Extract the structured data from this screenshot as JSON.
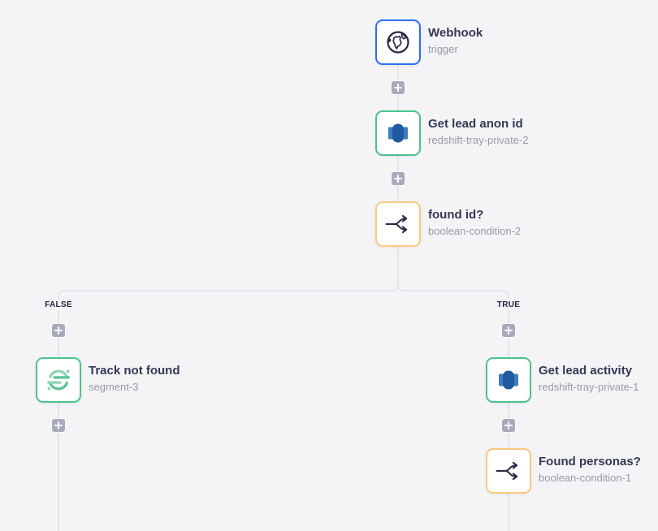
{
  "canvas": {
    "background_color": "#f4f4f6",
    "connector_color": "#e4e5ea",
    "add_button_color": "#a8aabc"
  },
  "branch": {
    "false_label": "FALSE",
    "true_label": "TRUE"
  },
  "nodes": [
    {
      "id": "webhook",
      "title": "Webhook",
      "subtitle": "trigger",
      "icon": "globe-icon",
      "border_color": "#2f6cf6"
    },
    {
      "id": "get-lead-anon-id",
      "title": "Get lead anon id",
      "subtitle": "redshift-tray-private-2",
      "icon": "redshift-icon",
      "border_color": "#4dc28e"
    },
    {
      "id": "found-id",
      "title": "found id?",
      "subtitle": "boolean-condition-2",
      "icon": "branch-icon",
      "border_color": "#fbca7d"
    },
    {
      "id": "track-not-found",
      "title": "Track not found",
      "subtitle": "segment-3",
      "icon": "segment-icon",
      "border_color": "#4dc28e"
    },
    {
      "id": "get-lead-activity",
      "title": "Get lead activity",
      "subtitle": "redshift-tray-private-1",
      "icon": "redshift-icon",
      "border_color": "#4dc28e"
    },
    {
      "id": "found-personas",
      "title": "Found personas?",
      "subtitle": "boolean-condition-1",
      "icon": "branch-icon",
      "border_color": "#fbca7d"
    }
  ]
}
